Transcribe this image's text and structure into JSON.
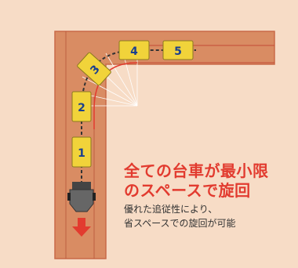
{
  "diagram": {
    "carts": [
      {
        "label": "1"
      },
      {
        "label": "2"
      },
      {
        "label": "3"
      },
      {
        "label": "4"
      },
      {
        "label": "5"
      }
    ]
  },
  "headline": {
    "line1": "全ての台車が最小限",
    "line2": "のスペースで旋回"
  },
  "subtext": {
    "line1": "優れた追従性により、",
    "line2": "省スペースでの旋回が可能"
  },
  "colors": {
    "background": "#f7dcc6",
    "track": "#d98c63",
    "track_border": "#c96a48",
    "cart": "#f1d33a",
    "cart_label": "#1a3f8f",
    "headline": "#e23b2f",
    "arrow": "#e23b2f",
    "tractor": "#555555"
  },
  "icons": {
    "arrow": "arrow-down-icon",
    "tractor": "tractor-icon"
  }
}
